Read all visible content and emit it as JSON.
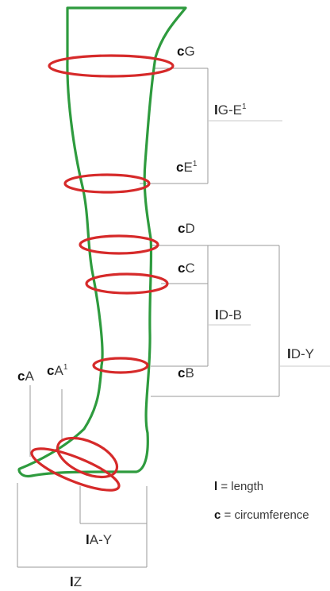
{
  "colors": {
    "leg_outline": "#2e9b3e",
    "measure_ring": "#d62a2a",
    "guide_line": "#9a9a9a",
    "text": "#3a3a3a"
  },
  "circumferences": {
    "cG": {
      "prefix": "c",
      "name": "G"
    },
    "cE1": {
      "prefix": "c",
      "name": "E",
      "sup": "1"
    },
    "cD": {
      "prefix": "c",
      "name": "D"
    },
    "cC": {
      "prefix": "c",
      "name": "C"
    },
    "cB": {
      "prefix": "c",
      "name": "B"
    },
    "cA1": {
      "prefix": "c",
      "name": "A",
      "sup": "1"
    },
    "cA": {
      "prefix": "c",
      "name": "A"
    }
  },
  "lengths": {
    "lGE1": {
      "prefix": "l",
      "name": "G-E",
      "sup": "1"
    },
    "lDB": {
      "prefix": "l",
      "name": "D-B"
    },
    "lDY": {
      "prefix": "l",
      "name": "D-Y"
    },
    "lAY": {
      "prefix": "l",
      "name": "A-Y"
    },
    "lZ": {
      "prefix": "l",
      "name": "Z"
    }
  },
  "legend": {
    "length": {
      "symbol": "l",
      "text": " = length"
    },
    "circumference": {
      "symbol": "c",
      "text": " = circumference"
    }
  }
}
